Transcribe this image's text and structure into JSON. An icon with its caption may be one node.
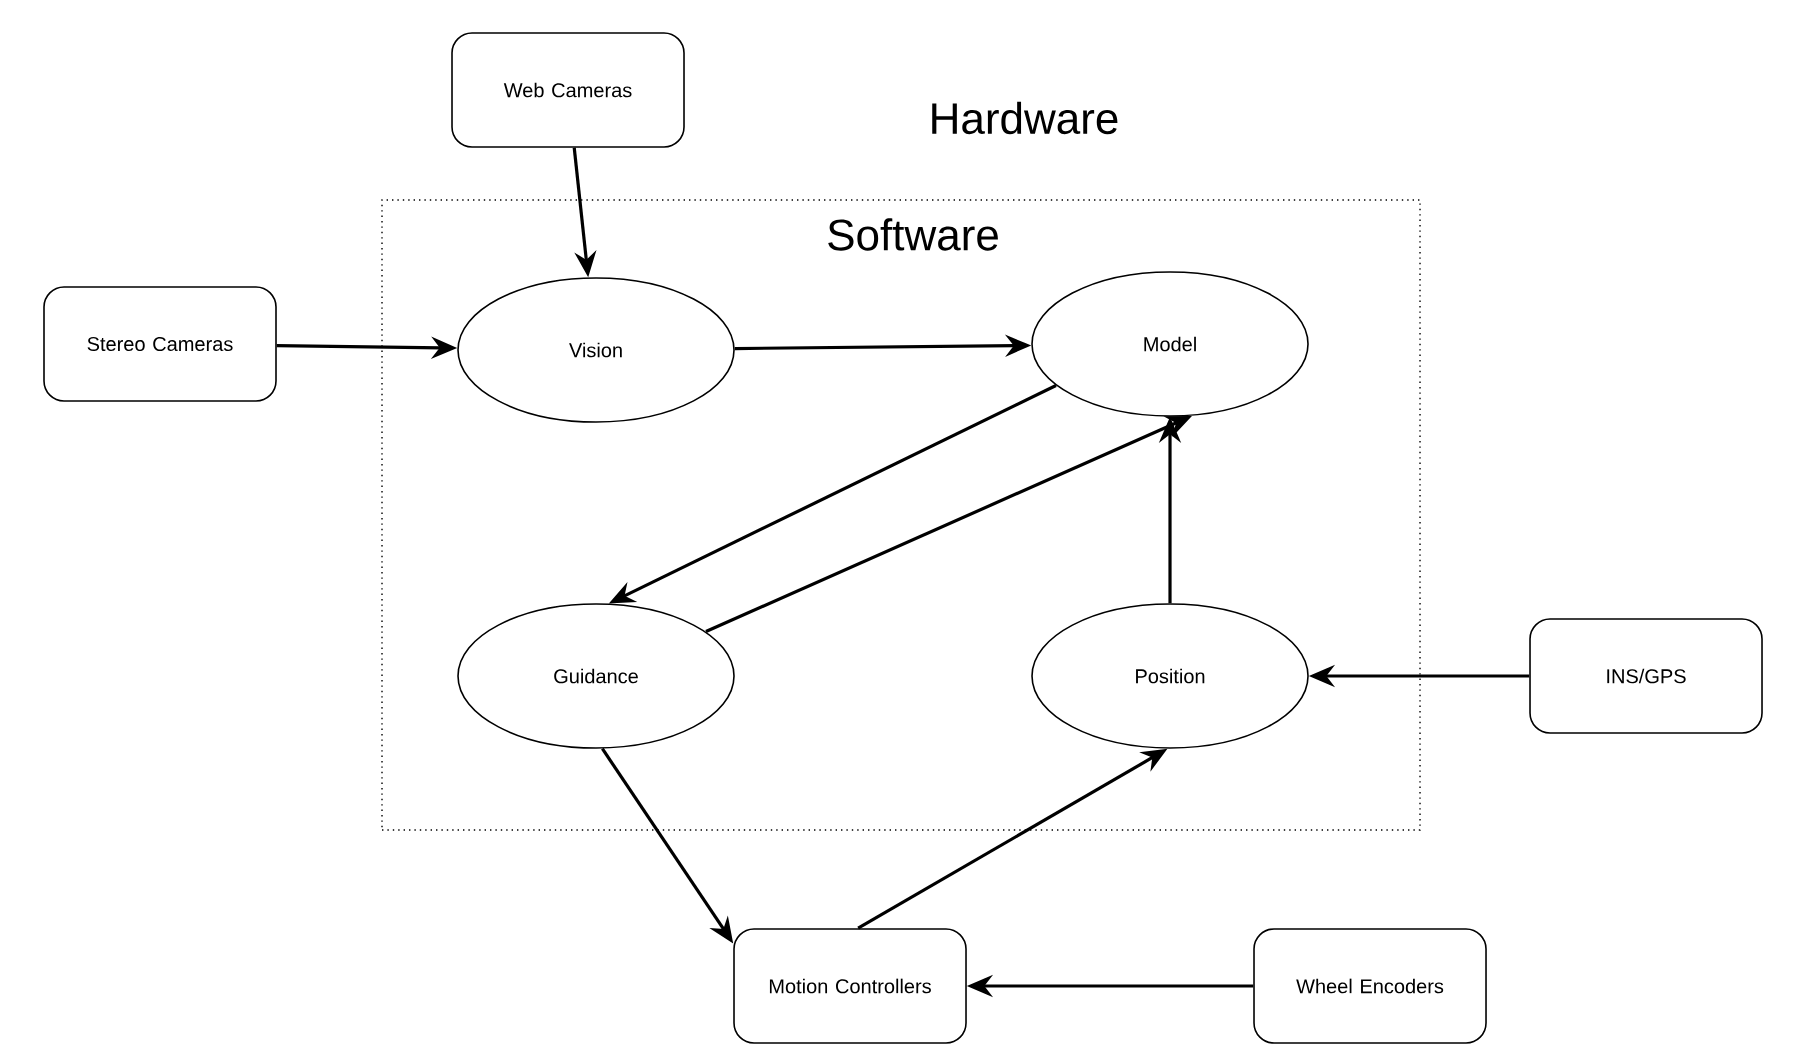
{
  "diagram": {
    "nodes": [
      {
        "text": [
          "Web Cameras"
        ]
      },
      {
        "text": [
          "Software"
        ]
      },
      {
        "text": [
          "Stereo Cameras"
        ]
      },
      {
        "text": [
          "Vision"
        ],
        "in": 1
      },
      {
        "text": [
          "Model"
        ],
        "in": 1
      },
      {
        "text": [
          "Guidance"
        ],
        "in": 1
      },
      {
        "text": [
          "Position"
        ],
        "in": 1
      },
      {
        "text": [
          "INS/GPS"
        ]
      },
      {
        "text": [
          "Motion Controllers"
        ]
      },
      {
        "text": [
          "Wheel Encoders"
        ]
      }
    ],
    "edges": [
      {
        "from": 0,
        "to": 3,
        "arrow": "to"
      },
      {
        "from": 2,
        "to": 3,
        "arrow": "to"
      },
      {
        "from": 3,
        "to": 4,
        "arrow": "to"
      },
      {
        "from": 4,
        "to": 5,
        "arrow": "to"
      },
      {
        "from": 5,
        "to": 4,
        "arrow": "to"
      },
      {
        "from": 6,
        "to": 4,
        "arrow": "to"
      },
      {
        "from": 7,
        "to": 6,
        "arrow": "to"
      },
      {
        "from": 5,
        "to": 8,
        "arrow": "to"
      },
      {
        "from": 8,
        "to": 6,
        "arrow": "to"
      },
      {
        "from": 9,
        "to": 8,
        "arrow": "to"
      }
    ],
    "labels": [
      "Hardware"
    ]
  }
}
